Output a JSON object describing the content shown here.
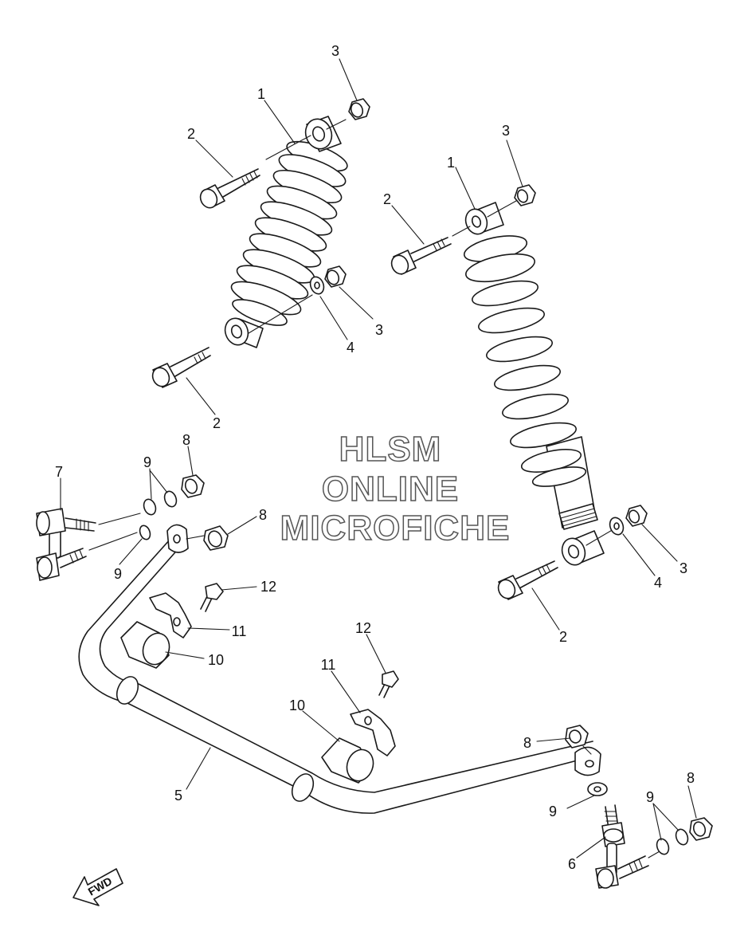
{
  "watermark": {
    "line1": "HLSM",
    "line2": "ONLINE",
    "line3": "MICROFICHE"
  },
  "direction_label": "FWD",
  "callouts": {
    "left_shock": {
      "body": "1",
      "top_bolt": "2",
      "top_nut": "3",
      "bottom_bolt": "2",
      "washer": "4",
      "bottom_nut": "3"
    },
    "right_shock": {
      "body": "1",
      "top_bolt": "2",
      "top_nut": "3",
      "bottom_bolt": "2",
      "washer": "4",
      "bottom_nut": "3"
    },
    "stabilizer_bar": "5",
    "left_link": {
      "link": "7",
      "nut_top": "8",
      "washers_top": "9",
      "washer_lower": "9",
      "nut_lower": "8"
    },
    "right_link": {
      "link": "6",
      "nut_upper": "8",
      "washer_upper": "9",
      "washers_lower": "9",
      "nut_lower": "8"
    },
    "left_bushing": "10",
    "left_bracket": "11",
    "left_bolt": "12",
    "right_bushing": "10",
    "right_bracket": "11",
    "right_bolt": "12"
  }
}
